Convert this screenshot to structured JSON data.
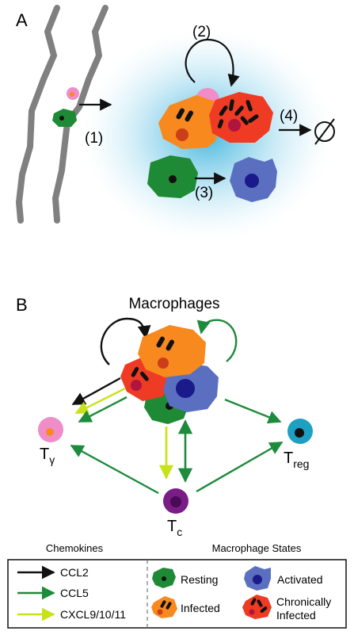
{
  "panel_a": {
    "label": "A",
    "steps": {
      "s1": "(1)",
      "s2": "(2)",
      "s3": "(3)",
      "s4": "(4)"
    },
    "null_symbol": "∅"
  },
  "panel_b": {
    "label": "B",
    "macrophages_title": "Macrophages",
    "cells": {
      "t_gamma": {
        "main": "T",
        "sub": "γ"
      },
      "t_reg": {
        "main": "T",
        "sub": "reg"
      },
      "t_c": {
        "main": "T",
        "sub": "c"
      }
    }
  },
  "legend": {
    "chemokines_header": "Chemokines",
    "states_header": "Macrophage States",
    "chemokines": [
      "CCL2",
      "CCL5",
      "CXCL9/10/11"
    ],
    "states": {
      "resting": "Resting",
      "activated": "Activated",
      "infected": "Infected",
      "chronic_line1": "Chronically",
      "chronic_line2": "Infected"
    }
  },
  "colors": {
    "ccl2": "#111111",
    "ccl5": "#1e8a3c",
    "cxcl": "#c8e21a",
    "resting": "#1f8a35",
    "infected": "#f7891f",
    "chronic": "#ef3b23",
    "activated": "#5b6fc0",
    "t_gamma": "#f08cc8",
    "t_reg": "#1ea0c3",
    "t_c": "#7a1e86",
    "vessel": "#808080",
    "glow": "#3cb4dc"
  }
}
